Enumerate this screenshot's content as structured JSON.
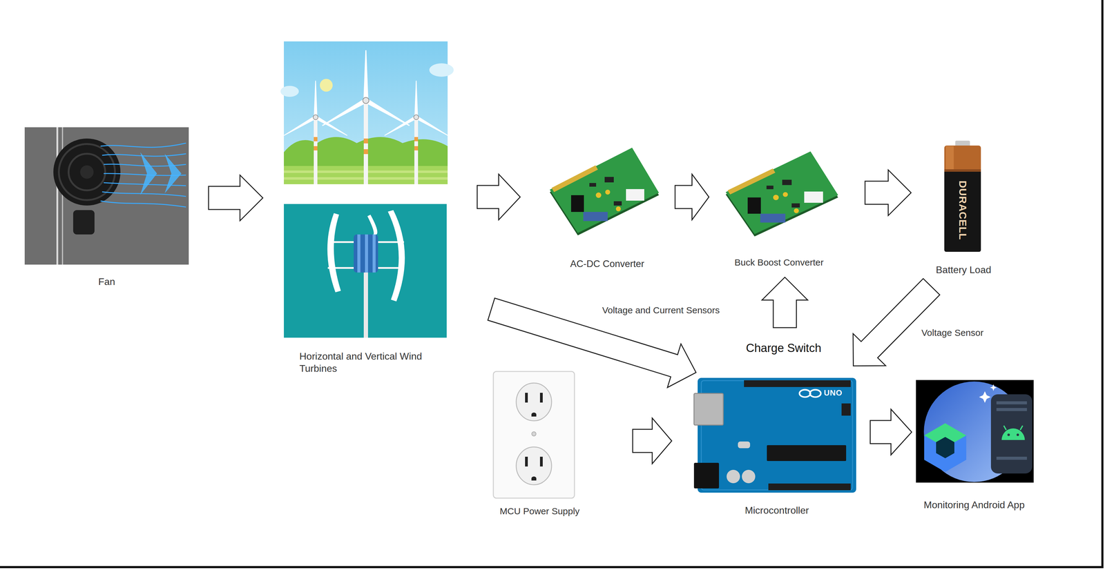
{
  "diagram": {
    "nodes": [
      {
        "text": [
          "Fan"
        ]
      },
      {
        "text": [
          "Horizontal and Vertical Wind Turbines"
        ]
      },
      {
        "text": [
          "AC-DC Converter"
        ]
      },
      {
        "text": [
          "Buck Boost Converter"
        ]
      },
      {
        "text": [
          "Battery Load"
        ]
      },
      {
        "text": [
          "MCU Power Supply"
        ]
      },
      {
        "text": [
          "Microcontroller"
        ]
      },
      {
        "text": [
          "Monitoring Android App"
        ]
      }
    ],
    "edges": [
      {
        "from": 0,
        "to": 1,
        "arrow": "to"
      },
      {
        "from": 1,
        "to": 2,
        "arrow": "to"
      },
      {
        "from": 2,
        "to": 3,
        "arrow": "to"
      },
      {
        "from": 3,
        "to": 4,
        "arrow": "to"
      },
      {
        "from": 1,
        "to": 6,
        "label": "Voltage and Current Sensors",
        "arrow": "to"
      },
      {
        "from": 6,
        "to": 3,
        "label": "Charge Switch",
        "arrow": "to"
      },
      {
        "from": 4,
        "to": 6,
        "label": "Voltage Sensor",
        "arrow": "to"
      },
      {
        "from": 5,
        "to": 6,
        "arrow": "to"
      },
      {
        "from": 6,
        "to": 7,
        "arrow": "to"
      }
    ],
    "labels": [
      "DURACELL",
      "UNO"
    ]
  }
}
